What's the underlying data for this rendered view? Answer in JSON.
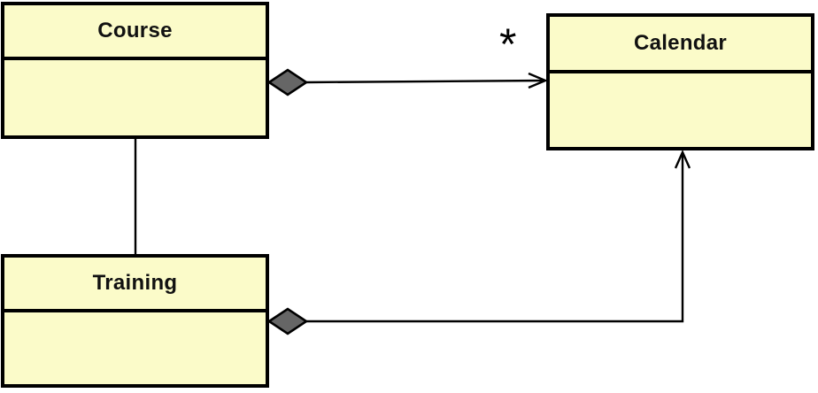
{
  "diagram": {
    "kind": "uml-class-diagram",
    "colors": {
      "background": "#ffffff",
      "class_fill": "#fbfbc9",
      "class_border": "#000000",
      "diamond_fill": "#666666",
      "line": "#000000"
    },
    "classes": [
      {
        "name": "Course",
        "attributes": [],
        "operations": []
      },
      {
        "name": "Calendar",
        "attributes": [],
        "operations": []
      },
      {
        "name": "Training",
        "attributes": [],
        "operations": []
      }
    ],
    "relationships": [
      {
        "from": "Course",
        "to": "Calendar",
        "type": "aggregation",
        "arrowhead": "open",
        "target_multiplicity": "*"
      },
      {
        "from": "Course",
        "to": "Training",
        "type": "association",
        "arrowhead": "none"
      },
      {
        "from": "Training",
        "to": "Calendar",
        "type": "aggregation",
        "arrowhead": "open"
      }
    ]
  }
}
